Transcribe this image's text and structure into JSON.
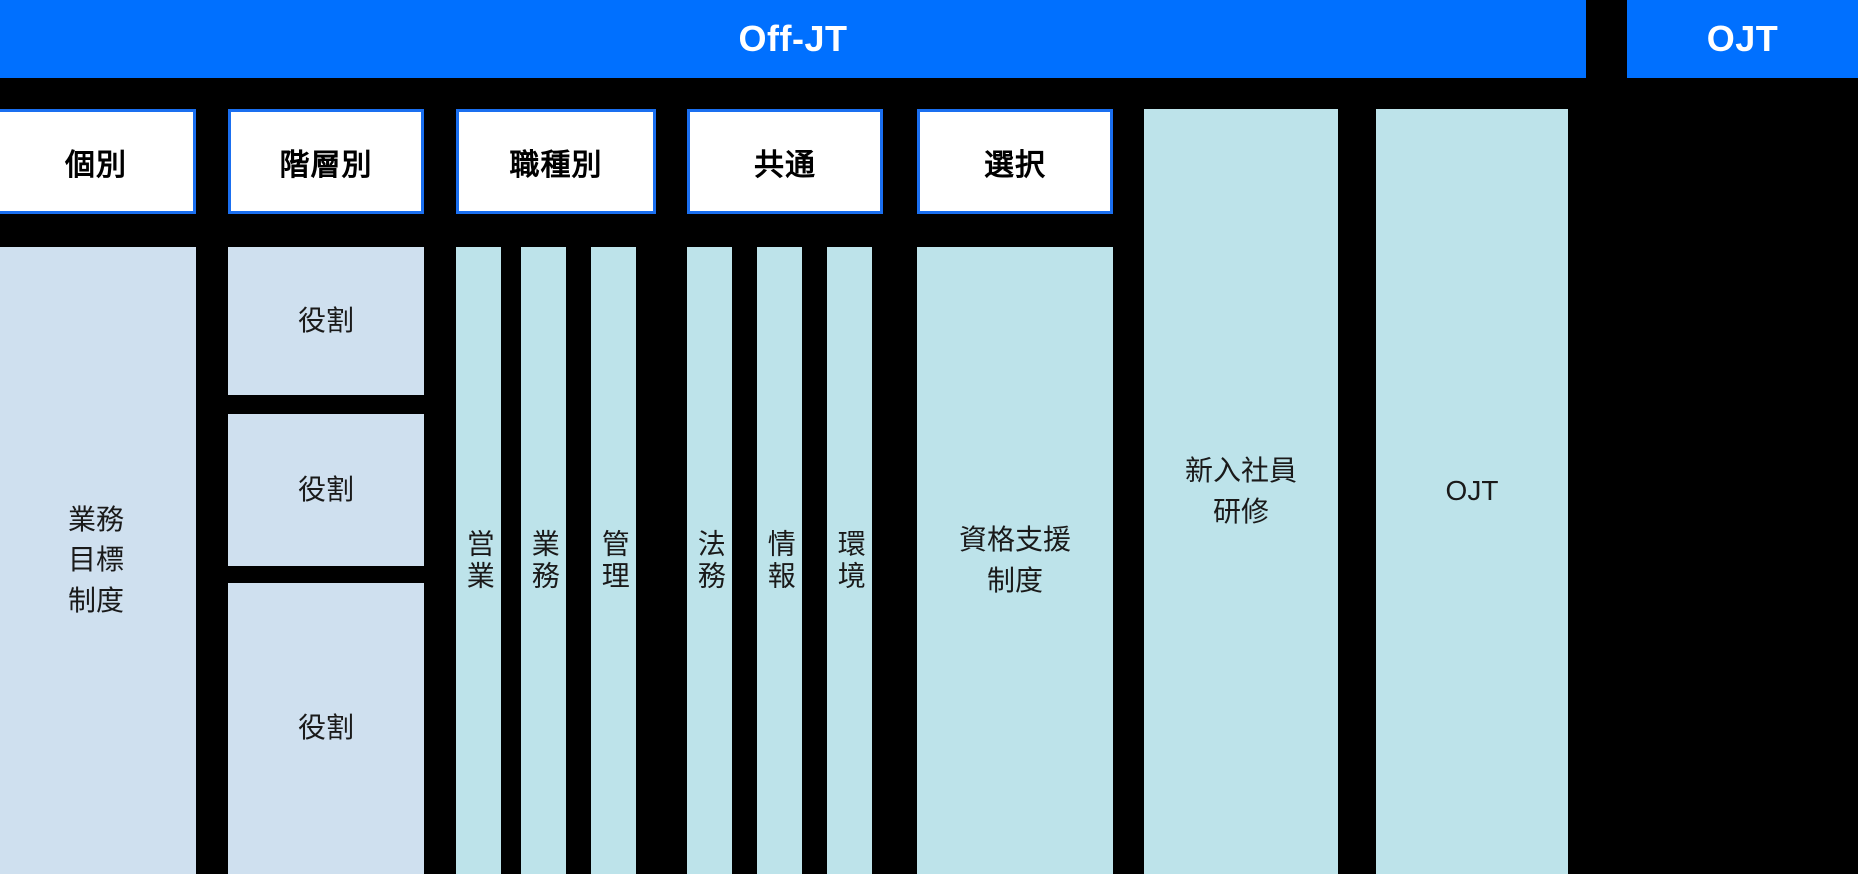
{
  "header": {
    "bands": [
      {
        "id": "off-jt",
        "label": "Off-JT"
      },
      {
        "id": "ojt",
        "label": "OJT"
      }
    ],
    "background_color": "#0070ff",
    "text_color": "#ffffff"
  },
  "categories": [
    {
      "id": "kobetsu",
      "label": "個別"
    },
    {
      "id": "kaisobetsu",
      "label": "階層別"
    },
    {
      "id": "shokushu",
      "label": "職種別"
    },
    {
      "id": "kyotsu",
      "label": "共通"
    },
    {
      "id": "sentaku",
      "label": "選択"
    }
  ],
  "blocks": {
    "kobetsu": [
      {
        "id": "gyomu-mokuhyo-seido",
        "label": "業務\n目標\n制度",
        "color": "#cfe0ef"
      }
    ],
    "kaisobetsu": [
      {
        "id": "yakuwari-1",
        "label": "役割",
        "color": "#cfe0ef"
      },
      {
        "id": "yakuwari-2",
        "label": "役割",
        "color": "#cfe0ef"
      },
      {
        "id": "yakuwari-3",
        "label": "役割",
        "color": "#cfe0ef"
      }
    ],
    "shokushu": [
      {
        "id": "eigyo",
        "label": "営業",
        "color": "#bde3ea",
        "orientation": "vertical"
      },
      {
        "id": "gyomu",
        "label": "業務",
        "color": "#bde3ea",
        "orientation": "vertical"
      },
      {
        "id": "kanri",
        "label": "管理",
        "color": "#bde3ea",
        "orientation": "vertical"
      }
    ],
    "kyotsu": [
      {
        "id": "homu",
        "label": "法務",
        "color": "#bde3ea",
        "orientation": "vertical"
      },
      {
        "id": "joho",
        "label": "情報",
        "color": "#bde3ea",
        "orientation": "vertical"
      },
      {
        "id": "kankyo",
        "label": "環境",
        "color": "#bde3ea",
        "orientation": "vertical"
      }
    ],
    "sentaku": [
      {
        "id": "shikaku-shien-seido",
        "label": "資格支援\n制度",
        "color": "#bde3ea"
      }
    ],
    "standalone": [
      {
        "id": "shinnyu-shain-kenshu",
        "label": "新入社員\n研修",
        "color": "#bde3ea"
      },
      {
        "id": "ojt",
        "label": "OJT",
        "color": "#bde3ea"
      }
    ]
  },
  "colors": {
    "background": "#000000",
    "header_blue": "#0070ff",
    "category_border": "#1a6ff0",
    "category_fill": "#ffffff",
    "block_light_blue": "#cfe0ef",
    "block_teal": "#bde3ea",
    "text_dark": "#1a1a1a"
  }
}
